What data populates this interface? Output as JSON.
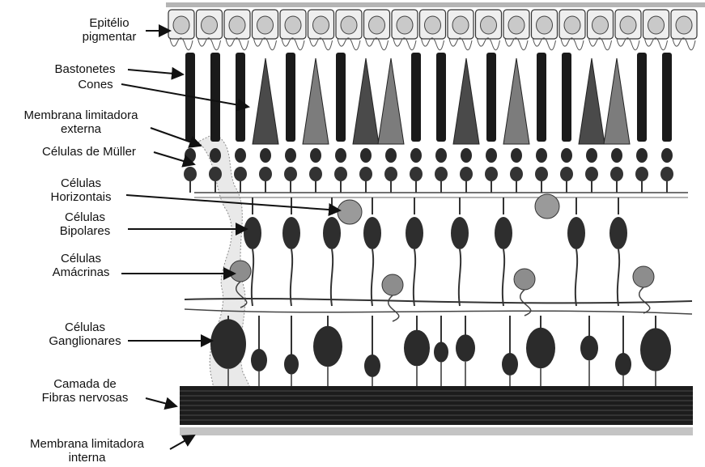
{
  "labels": {
    "epitelio": [
      "Epitélio",
      "pigmentar"
    ],
    "bastonetes": [
      "Bastonetes"
    ],
    "cones": [
      "Cones"
    ],
    "membrana_externa": [
      "Membrana limitadora",
      "externa"
    ],
    "muller": [
      "Células de Müller"
    ],
    "horizontais": [
      "Células",
      "Horizontais"
    ],
    "bipolares": [
      "Células",
      "Bipolares"
    ],
    "amacrinas": [
      "Células",
      "Amácrinas"
    ],
    "ganglionares": [
      "Células",
      "Ganglionares"
    ],
    "fibras": [
      "Camada de",
      "Fibras nervosas"
    ],
    "membrana_interna": [
      "Membrana limitadora",
      "interna"
    ]
  },
  "colors": {
    "ink": "#111111",
    "rod": "#1a1a1a",
    "cone_dark": "#4a4a4a",
    "cone_mid": "#7c7c7c",
    "pigment": "#c9c9c9",
    "fiber_band": "#1c1c1c",
    "inner_membrane": "#c4c4c4",
    "top_bar": "#b5b5b5"
  }
}
